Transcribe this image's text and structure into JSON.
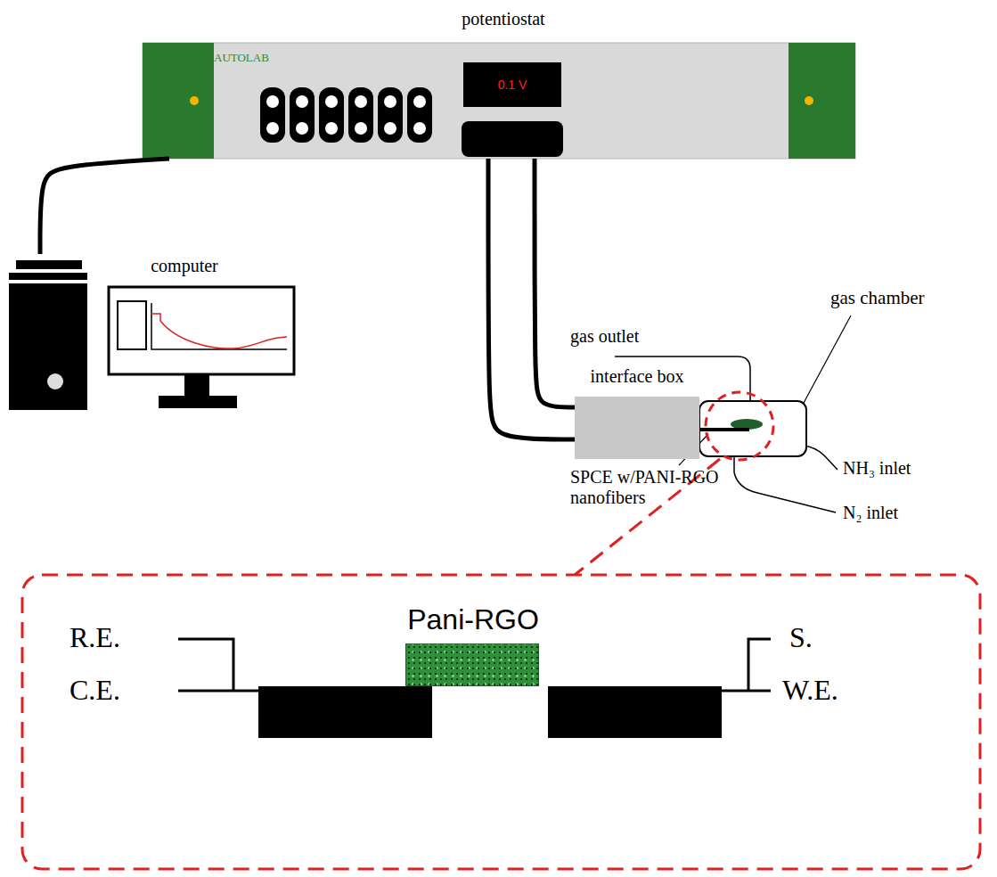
{
  "diagram": {
    "nodes": [
      {
        "text": [
          "potentiostat",
          "AUTOLAB"
        ]
      },
      {
        "text": [
          "0.1 V"
        ],
        "in": 0
      },
      {
        "text": [
          "computer"
        ]
      },
      {
        "text": [
          "interface box"
        ]
      },
      {
        "text": [
          "Pani-RGO"
        ]
      }
    ],
    "edges": [
      {
        "from": 2,
        "to": 0,
        "arrow": "none"
      },
      {
        "from": 0,
        "to": 3,
        "arrow": "none"
      },
      {
        "from": 0,
        "to": 3,
        "arrow": "none"
      }
    ],
    "labels": [
      "gas chamber",
      "gas outlet",
      "NH₃ inlet",
      "N₂ inlet",
      "SPCE w/PANI-RGO nanofibers",
      "R.E.",
      "C.E.",
      "S.",
      "W.E."
    ]
  }
}
